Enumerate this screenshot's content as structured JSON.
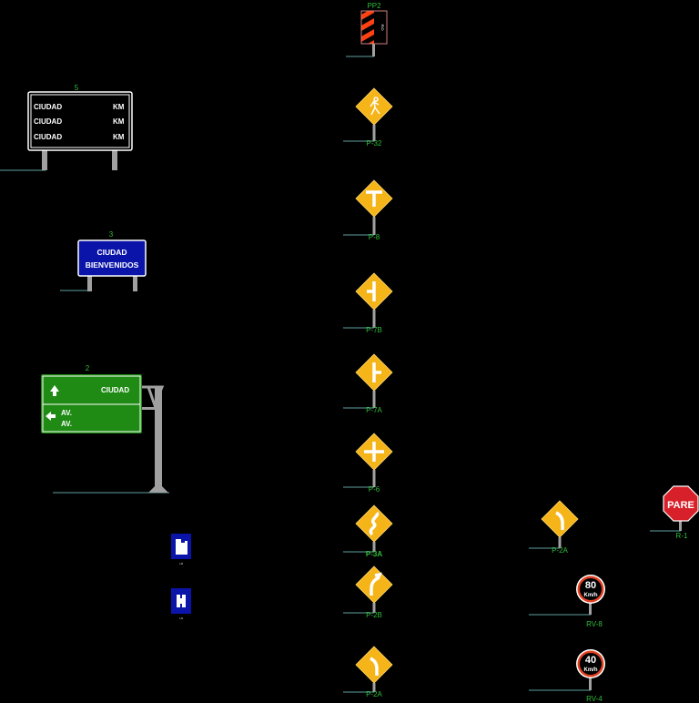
{
  "colors": {
    "background": "#000000",
    "warning_yellow": "#f5b418",
    "label_green": "#2fbf3a",
    "guide_green": "#1f8a14",
    "info_blue": "#0a14a8",
    "post_gray": "#a0a0a0",
    "ground_line": "#5fa0a0",
    "stop_red": "#d8202a"
  },
  "guide_sign_5": {
    "number": "5",
    "rows": [
      {
        "city": "CIUDAD",
        "unit": "KM"
      },
      {
        "city": "CIUDAD",
        "unit": "KM"
      },
      {
        "city": "CIUDAD",
        "unit": "KM"
      }
    ]
  },
  "guide_sign_3": {
    "number": "3",
    "line1": "CIUDAD",
    "line2": "BIENVENIDOS"
  },
  "guide_sign_2": {
    "number": "2",
    "top": {
      "icon": "arrow-up-icon",
      "text": "CIUDAD"
    },
    "bottom": {
      "icon": "arrow-left-icon",
      "line1": "AV.",
      "line2": "AV."
    }
  },
  "service_signs": [
    {
      "icon": "building-icon",
      "label": "I-8"
    },
    {
      "icon": "service-icon",
      "label": "I-9"
    }
  ],
  "delineator": {
    "label": "PP2",
    "text": "RIO"
  },
  "warning_signs": [
    {
      "label": "P-32",
      "icon": "pedestrian-icon"
    },
    {
      "label": "P-8",
      "icon": "t-junction-icon"
    },
    {
      "label": "P-7B",
      "icon": "side-road-left-icon"
    },
    {
      "label": "P-7A",
      "icon": "side-road-right-icon"
    },
    {
      "label": "P-6",
      "icon": "crossroad-icon"
    },
    {
      "label": "P-3A",
      "icon": "winding-road-icon"
    },
    {
      "label": "P-2B",
      "icon": "curve-right-icon"
    },
    {
      "label": "P-2A",
      "icon": "curve-left-icon"
    }
  ],
  "right_warning": {
    "label": "P-2A",
    "icon": "curve-left-icon"
  },
  "stop_sign": {
    "text": "PARE",
    "label": "R-1"
  },
  "speed_signs": [
    {
      "value": "80",
      "unit": "Km/h",
      "label": "RV-8"
    },
    {
      "value": "40",
      "unit": "Km/h",
      "label": "RV-4"
    }
  ]
}
